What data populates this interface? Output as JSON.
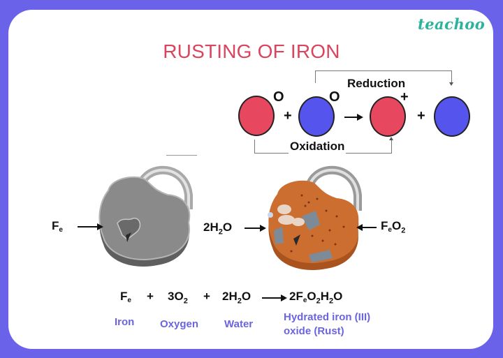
{
  "brand": "teachoo",
  "title": "RUSTING OF IRON",
  "redox": {
    "reduction_label": "Reduction",
    "oxidation_label": "Oxidation",
    "atoms": [
      {
        "color": "red",
        "charge": "O"
      },
      {
        "color": "blue",
        "charge": "O"
      },
      {
        "color": "red",
        "charge": "+"
      },
      {
        "color": "blue",
        "charge": ""
      }
    ],
    "plus": "+",
    "colors": {
      "red": "#e8485f",
      "blue": "#5555ee"
    }
  },
  "illustration": {
    "left_label": {
      "base": "F",
      "sub": "e"
    },
    "middle_label": {
      "pre": "2H",
      "sub": "2",
      "post": "O"
    },
    "right_label": {
      "base": "F",
      "sub": "e",
      "o": "O",
      "o_sub": "2"
    },
    "locks": [
      "iron-padlock",
      "rusted-padlock"
    ]
  },
  "equation": {
    "terms": [
      {
        "text": "Fe",
        "name": "Iron"
      },
      {
        "text": "3O2",
        "name": "Oxygen"
      },
      {
        "text": "2H2O",
        "name": "Water"
      },
      {
        "text": "2FeO2H2O",
        "name_line1": "Hydrated iron (III)",
        "name_line2": "oxide (Rust)"
      }
    ],
    "plus": "+",
    "n1": "Iron",
    "n2": "Oxygen",
    "n3": "Water",
    "n4a": "Hydrated iron (III)",
    "n4b": "oxide (Rust)"
  },
  "theme": {
    "frame": "#6a62e8",
    "title": "#d9455f",
    "brand": "#2bb39c",
    "names": "#6b64e0",
    "rust": "#c96a2f",
    "iron": "#7d7d7d"
  }
}
